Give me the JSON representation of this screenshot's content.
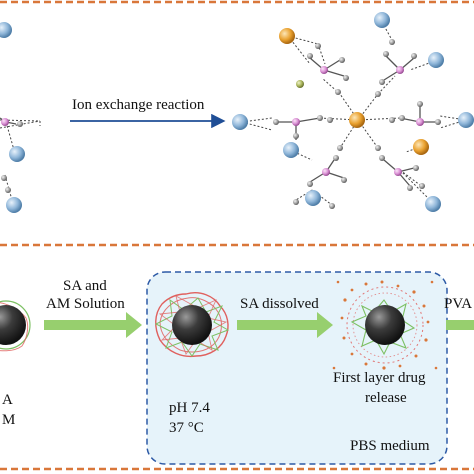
{
  "top_panel": {
    "reaction_label": "Ion exchange reaction"
  },
  "bottom_panel": {
    "step1_label_line1": "SA and",
    "step1_label_line2": "AM Solution",
    "step2_label": "SA dissolved",
    "step3_label": "PVA",
    "left_fragment_1": "A",
    "left_fragment_2": "M",
    "condition_ph": "pH 7.4",
    "condition_temp": "37 °C",
    "release_line1": "First layer drug",
    "release_line2": "release",
    "medium_label": "PBS medium"
  },
  "colors": {
    "dashed_border": "#d9773a",
    "arrow_blue": "#1f4e96",
    "arrow_green": "#97cf6e",
    "pbs_fill": "#e6f3fa",
    "pbs_border": "#2d5aa6",
    "ion_blue": "#8fb6d9",
    "ion_orange": "#e9a12f",
    "atom_pink": "#d98fd3",
    "atom_gray": "#9a9a9a",
    "sphere_dark": "#333333",
    "shell_red": "#e0605e",
    "shell_green": "#7dc064"
  }
}
